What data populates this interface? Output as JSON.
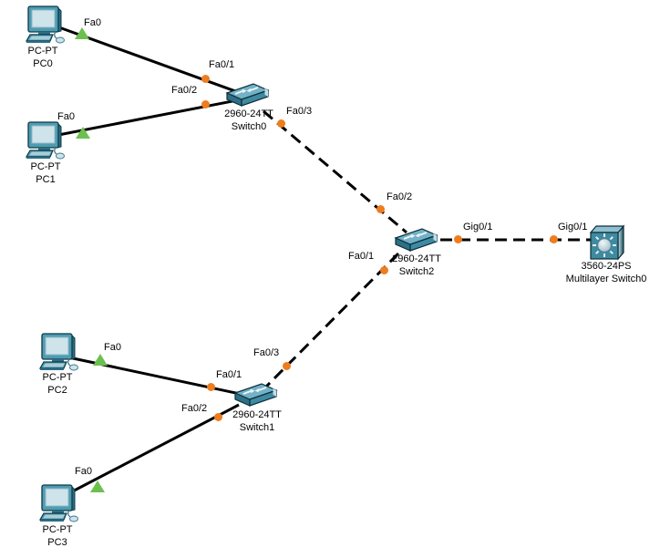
{
  "canvas": {
    "background": "#ffffff"
  },
  "palette": {
    "cable_color": "#000000",
    "port_status_amber": "#ed7d1f",
    "link_status_up_green": "#6cc04f",
    "device_body_teal": "#4f9cb1",
    "label_text": "#000000"
  },
  "devices": [
    {
      "id": "pc0",
      "type": "pc",
      "model": "PC-PT",
      "name": "PC0"
    },
    {
      "id": "pc1",
      "type": "pc",
      "model": "PC-PT",
      "name": "PC1"
    },
    {
      "id": "pc2",
      "type": "pc",
      "model": "PC-PT",
      "name": "PC2"
    },
    {
      "id": "pc3",
      "type": "pc",
      "model": "PC-PT",
      "name": "PC3"
    },
    {
      "id": "switch0",
      "type": "switch-2960",
      "model": "2960-24TT",
      "name": "Switch0"
    },
    {
      "id": "switch1",
      "type": "switch-2960",
      "model": "2960-24TT",
      "name": "Switch1"
    },
    {
      "id": "switch2",
      "type": "switch-2960",
      "model": "2960-24TT",
      "name": "Switch2"
    },
    {
      "id": "mlswitch0",
      "type": "multilayer-switch-3560",
      "model": "3560-24PS",
      "name": "Multilayer Switch0"
    }
  ],
  "port_labels": [
    {
      "device": "PC0",
      "text": "Fa0"
    },
    {
      "device": "Switch0",
      "text": "Fa0/1"
    },
    {
      "device": "Switch0",
      "text": "Fa0/2"
    },
    {
      "device": "PC1",
      "text": "Fa0"
    },
    {
      "device": "Switch0",
      "text": "Fa0/3"
    },
    {
      "device": "Switch2",
      "text": "Fa0/2"
    },
    {
      "device": "Switch2",
      "text": "Gig0/1"
    },
    {
      "device": "MultilayerSwitch0",
      "text": "Gig0/1"
    },
    {
      "device": "Switch2",
      "text": "Fa0/1"
    },
    {
      "device": "Switch1",
      "text": "Fa0/3"
    },
    {
      "device": "Switch1",
      "text": "Fa0/1"
    },
    {
      "device": "Switch1",
      "text": "Fa0/2"
    },
    {
      "device": "PC2",
      "text": "Fa0"
    },
    {
      "device": "PC3",
      "text": "Fa0"
    }
  ],
  "links": [
    {
      "from": "PC0.Fa0",
      "to": "Switch0.Fa0/1",
      "line": "solid",
      "pc_end_status": "up-green",
      "switch_end_status": "amber"
    },
    {
      "from": "PC1.Fa0",
      "to": "Switch0.Fa0/2",
      "line": "solid",
      "pc_end_status": "up-green",
      "switch_end_status": "amber"
    },
    {
      "from": "Switch0.Fa0/3",
      "to": "Switch2.Fa0/2",
      "line": "dashed",
      "end_statuses": [
        "amber",
        "amber"
      ]
    },
    {
      "from": "Switch2.Gig0/1",
      "to": "MultilayerSwitch0.Gig0/1",
      "line": "dashed",
      "end_statuses": [
        "amber",
        "amber"
      ]
    },
    {
      "from": "Switch2.Fa0/1",
      "to": "Switch1.Fa0/3",
      "line": "dashed",
      "end_statuses": [
        "amber",
        "amber"
      ]
    },
    {
      "from": "PC2.Fa0",
      "to": "Switch1.Fa0/1",
      "line": "solid",
      "pc_end_status": "up-green",
      "switch_end_status": "amber"
    },
    {
      "from": "PC3.Fa0",
      "to": "Switch1.Fa0/2",
      "line": "solid",
      "pc_end_status": "up-green",
      "switch_end_status": "amber"
    }
  ]
}
